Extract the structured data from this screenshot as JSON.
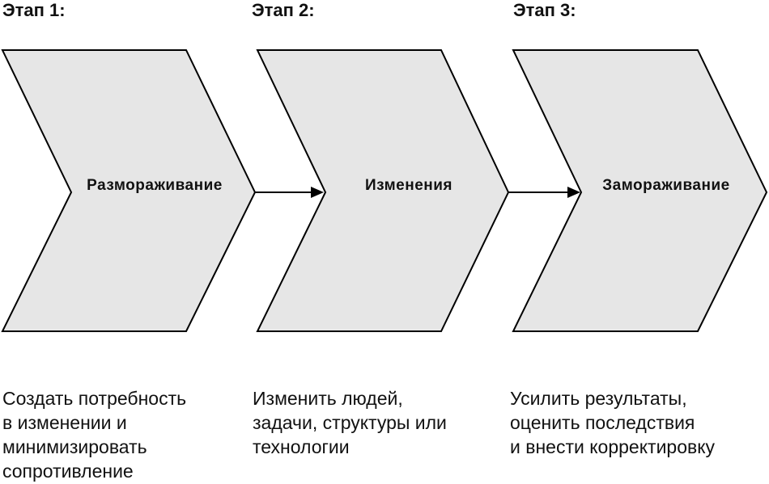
{
  "stages": [
    {
      "label": "Этап 1:",
      "title": "Размораживание",
      "description": [
        "Создать потребность",
        "в изменении и",
        "минимизировать",
        "сопротивление"
      ]
    },
    {
      "label": "Этап 2:",
      "title": "Изменения",
      "description": [
        "Изменить людей,",
        "задачи, структуры или",
        "технологии"
      ]
    },
    {
      "label": "Этап 3:",
      "title": "Замораживание",
      "description": [
        "Усилить результаты,",
        "оценить последствия",
        "и внести корректировку"
      ]
    }
  ],
  "colors": {
    "chevron_fill": "#e6e6e6",
    "outline": "#000000",
    "arrow": "#000000",
    "text": "#111111"
  }
}
